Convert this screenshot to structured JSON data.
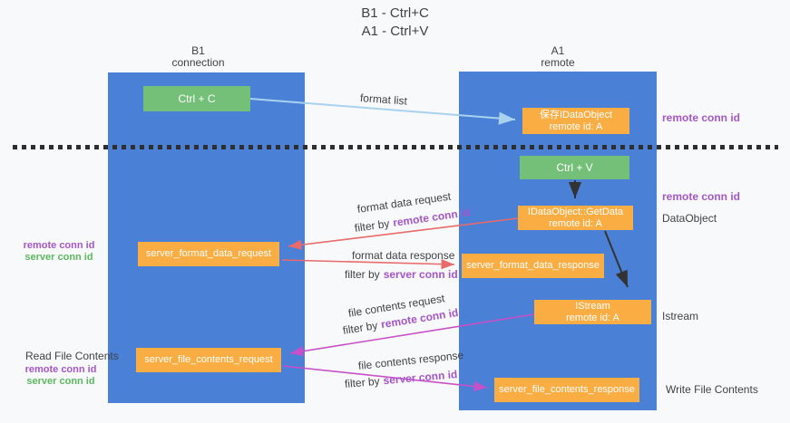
{
  "title": {
    "line1": "B1 - Ctrl+C",
    "line2": "A1 - Ctrl+V"
  },
  "columns": {
    "left": {
      "name": "B1",
      "role": "connection"
    },
    "right": {
      "name": "A1",
      "role": "remote"
    }
  },
  "boxes": {
    "ctrl_c": "Ctrl + C",
    "ctrl_v": "Ctrl + V",
    "save_dataobject": {
      "line1": "保存IDataObject",
      "line2": "remote id: A"
    },
    "getdata": {
      "line1": "IDataObject::GetData",
      "line2": "remote id: A"
    },
    "istream": {
      "line1": "IStream",
      "line2": "remote id: A"
    },
    "format_request": "server_format_data_request",
    "format_response": "server_format_data_response",
    "file_request": "server_file_contents_request",
    "file_response": "server_file_contents_response"
  },
  "labels": {
    "remote_conn_id": "remote conn id",
    "server_conn_id": "server conn id",
    "dataobject": "DataObject",
    "istream": "Istream",
    "read_file_contents": "Read File Contents",
    "write_file_contents": "Write File Contents",
    "filter_by": "filter by",
    "format_list": "format list",
    "format_data_request": "format data request",
    "format_data_response": "format data response",
    "file_contents_request": "file contents request",
    "file_contents_response": "file contents response"
  },
  "colors": {
    "background": "#f8f9fa",
    "column_blue": "#4a80d6",
    "box_green": "#74c078",
    "box_orange": "#f9ad42",
    "purple_label": "#a656c8",
    "green_label": "#5cb860",
    "arrow_red": "#e96a6a",
    "arrow_magenta": "#c94fc9",
    "arrow_light_blue": "#a9d2ef",
    "arrow_black": "#333333"
  }
}
